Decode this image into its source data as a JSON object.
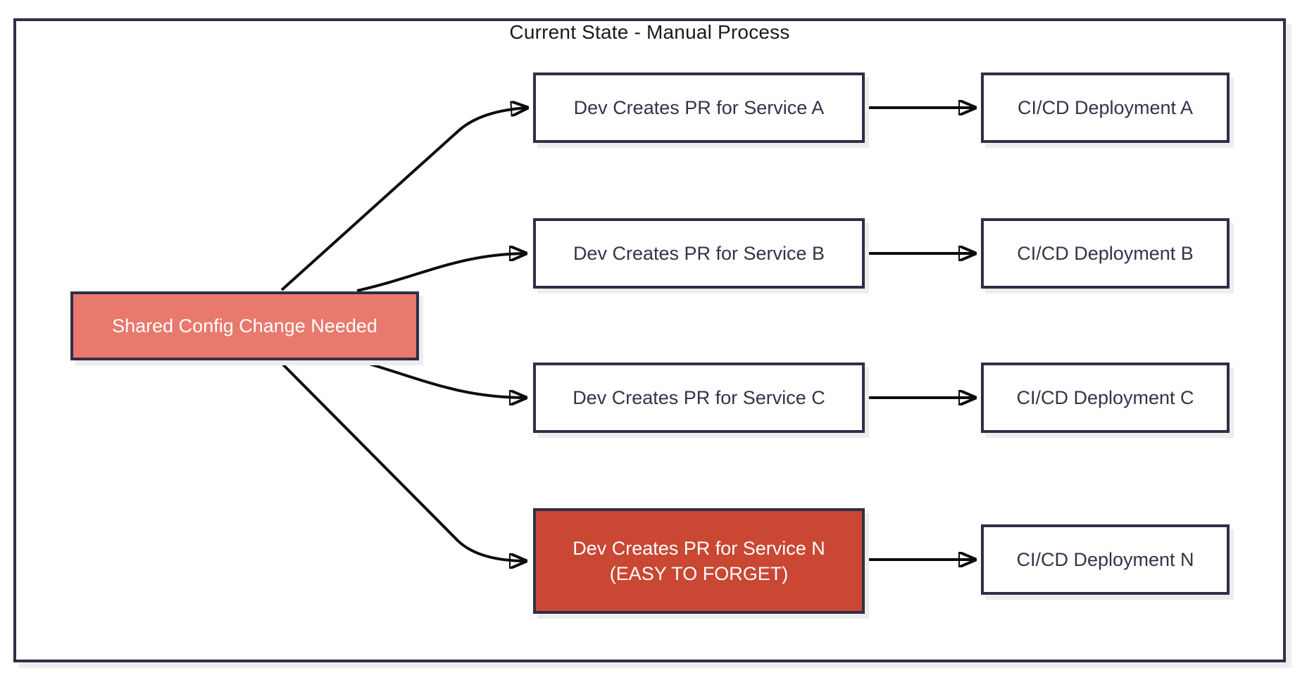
{
  "title": "Current State - Manual Process",
  "colors": {
    "border": "#2f2f48",
    "text": "#333349",
    "source_fill": "#e8796c",
    "highlight_fill": "#c94733",
    "light_text": "#ffffff",
    "arrow": "#0c0c0c",
    "shadow": "#ededf0"
  },
  "source": {
    "label": "Shared Config Change Needed"
  },
  "rows": [
    {
      "id": "A",
      "pr_label": "Dev Creates PR for Service A",
      "deploy_label": "CI/CD Deployment A"
    },
    {
      "id": "B",
      "pr_label": "Dev Creates PR for Service B",
      "deploy_label": "CI/CD Deployment B"
    },
    {
      "id": "C",
      "pr_label": "Dev Creates PR for Service C",
      "deploy_label": "CI/CD Deployment C"
    },
    {
      "id": "N",
      "pr_label": "Dev Creates PR for Service N",
      "pr_sublabel": "(EASY TO FORGET)",
      "deploy_label": "CI/CD Deployment N",
      "highlighted": true
    }
  ]
}
